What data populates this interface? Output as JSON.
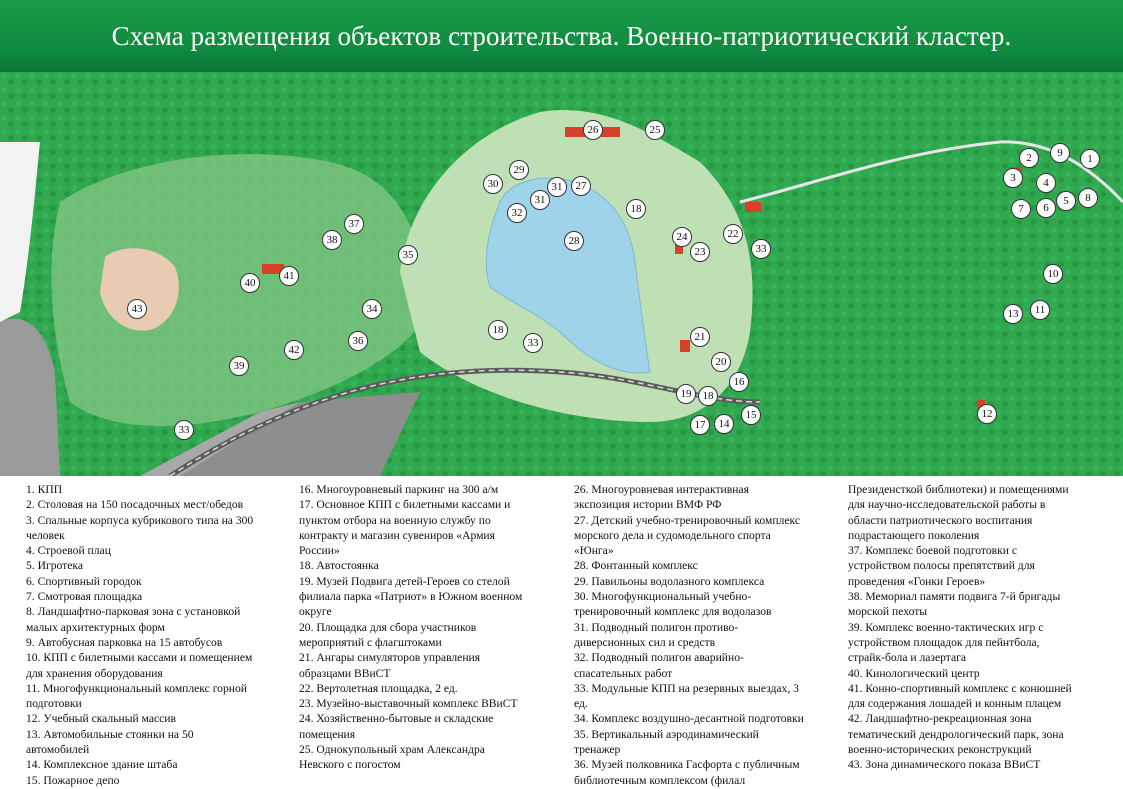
{
  "title": "Схема размещения объектов строительства. Военно-патриотический кластер.",
  "colors": {
    "header": "#0f8a3f",
    "forest": "#2fa84f",
    "lake": "#9fd3ea",
    "building": "#d9402a"
  },
  "markers": [
    {
      "n": "1"
    },
    {
      "n": "2"
    },
    {
      "n": "3"
    },
    {
      "n": "4"
    },
    {
      "n": "5"
    },
    {
      "n": "6"
    },
    {
      "n": "7"
    },
    {
      "n": "8"
    },
    {
      "n": "9"
    },
    {
      "n": "10"
    },
    {
      "n": "11"
    },
    {
      "n": "12"
    },
    {
      "n": "13"
    },
    {
      "n": "14"
    },
    {
      "n": "15"
    },
    {
      "n": "16"
    },
    {
      "n": "17"
    },
    {
      "n": "18"
    },
    {
      "n": "18"
    },
    {
      "n": "18"
    },
    {
      "n": "19"
    },
    {
      "n": "20"
    },
    {
      "n": "21"
    },
    {
      "n": "22"
    },
    {
      "n": "23"
    },
    {
      "n": "24"
    },
    {
      "n": "25"
    },
    {
      "n": "26"
    },
    {
      "n": "27"
    },
    {
      "n": "28"
    },
    {
      "n": "29"
    },
    {
      "n": "30"
    },
    {
      "n": "31"
    },
    {
      "n": "31"
    },
    {
      "n": "32"
    },
    {
      "n": "33"
    },
    {
      "n": "33"
    },
    {
      "n": "33"
    },
    {
      "n": "34"
    },
    {
      "n": "35"
    },
    {
      "n": "36"
    },
    {
      "n": "37"
    },
    {
      "n": "38"
    },
    {
      "n": "39"
    },
    {
      "n": "40"
    },
    {
      "n": "41"
    },
    {
      "n": "42"
    },
    {
      "n": "43"
    }
  ],
  "legend": {
    "col1": [
      "1. КПП",
      "2. Столовая на 150 посадочных мест/обедов",
      "3. Спальные корпуса кубрикового типа на 300",
      "человек",
      "4. Строевой плац",
      "5. Игротека",
      "6. Спортивный городок",
      "7. Смотровая площадка",
      "8. Ландшафтно-парковая зона с установкой",
      "малых архитектурных форм",
      "9. Автобусная парковка на 15 автобусов",
      "10. КПП с билетными кассами и помещением",
      "для хранения оборудования",
      "11. Многофункциональный комплекс горной",
      "подготовки",
      "12. Учебный скальный массив",
      "13. Автомобильные стоянки на 50",
      "автомобилей",
      "14. Комплексное здание штаба",
      "15. Пожарное депо"
    ],
    "col2": [
      "16. Многоуровневый паркинг на 300 а/м",
      "17. Основное КПП с билетными кассами и",
      "пунктом отбора на военную службу по",
      "контракту и магазин сувениров «Армия",
      "России»",
      "18. Автостоянка",
      "19. Музей Подвига детей-Героев со стелой",
      "филиала парка «Патриот» в Южном военном",
      "округе",
      "20. Площадка для сбора участников",
      "мероприятий с флагштоками",
      "21. Ангары симуляторов управления",
      "образцами ВВиСТ",
      "22. Вертолетная площадка, 2 ед.",
      "23. Музейно-выставочный комплекс ВВиСТ",
      "24. Хозяйственно-бытовые и складские",
      "помещения",
      "25. Однокупольный храм Александра",
      "Невского с погостом"
    ],
    "col3": [
      "26. Многоуровневая интерактивная",
      "экспозиция истории ВМФ РФ",
      "27. Детский учебно-тренировочный комплекс",
      "морского дела и судомодельного спорта",
      "«Юнга»",
      "28. Фонтанный комплекс",
      "29. Павильоны водолазного комплекса",
      "30. Многофункциональный учебно-",
      "тренировочный комплекс для водолазов",
      "31. Подводный полигон противо-",
      "диверсионных сил и средств",
      "32. Подводный полигон аварийно-",
      "спасательных работ",
      "33. Модульные КПП на резервных выездах, 3",
      "ед.",
      "34. Комплекс воздушно-десантной подготовки",
      "35. Вертикальный аэродинамический",
      "тренажер",
      "36. Музей полковника Гасфорта с публичным",
      "библиотечным комплексом (филал"
    ],
    "col4": [
      "Президенсткой библиотеки) и помещениями",
      "для научно-исследовательской работы в",
      "области патриотического воспитания",
      "подрастающего поколения",
      "37. Комплекс боевой подготовки с",
      "устройством полосы препятствий для",
      "проведения «Гонки Героев»",
      "38. Мемориал памяти подвига 7-й бригады",
      "морской пехоты",
      "39. Комплекс военно-тактических игр с",
      "устройством площадок для пейнтбола,",
      "страйк-бола и лазертага",
      "40. Кинологический центр",
      "41. Конно-спортивный комплекс с конюшней",
      "для содержания лошадей и конным плацем",
      "42. Ландшафтно-рекреационная зона",
      "тематический дендрологический парк, зона",
      "военно-исторических реконструкций",
      "43. Зона динамического показа ВВиСТ"
    ]
  }
}
